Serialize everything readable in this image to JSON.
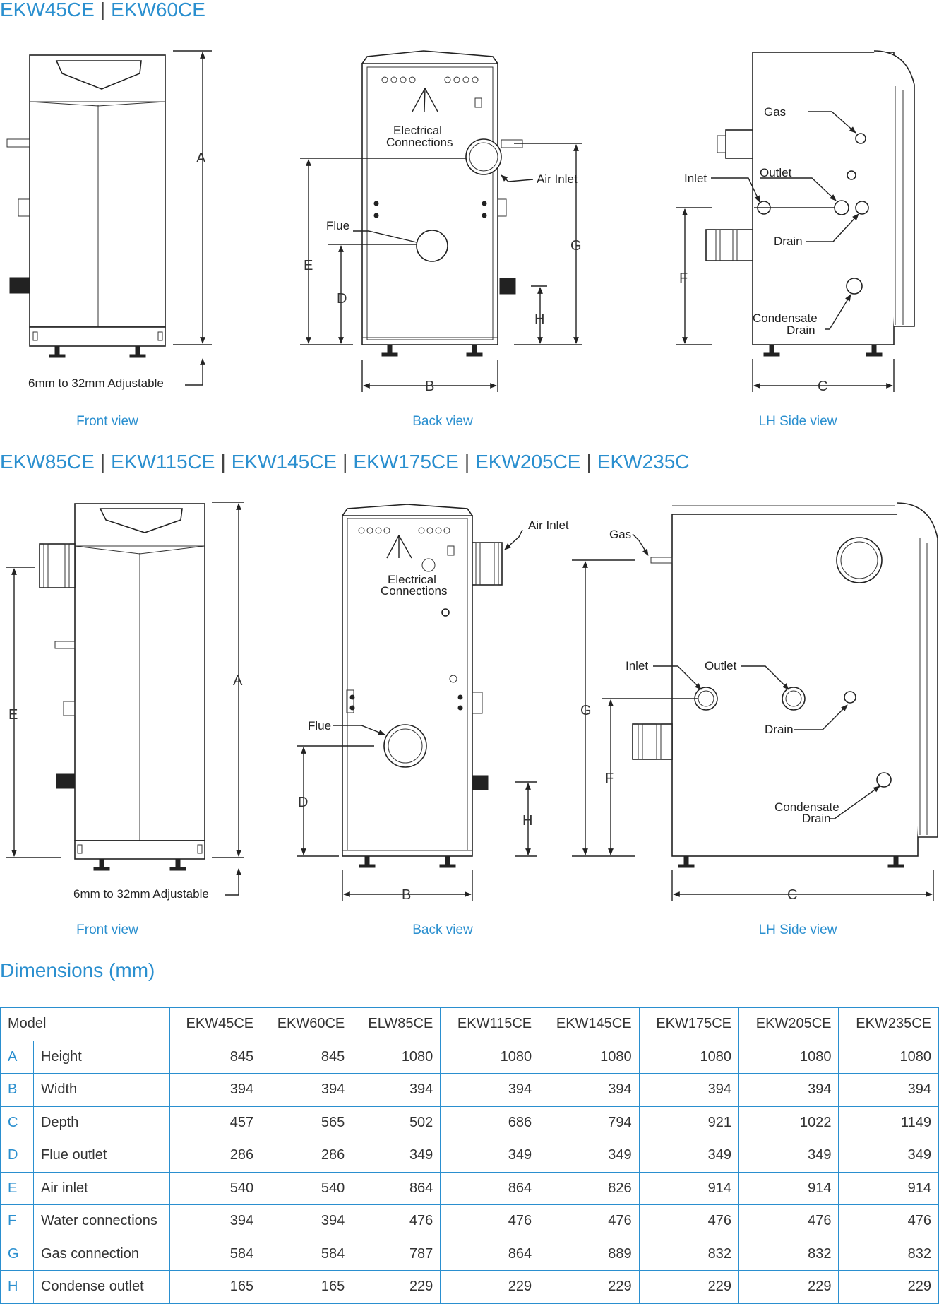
{
  "section1": {
    "model_a": "EKW45CE",
    "model_b": "EKW60CE"
  },
  "section2": {
    "models": [
      "EKW85CE",
      "EKW115CE",
      "EKW145CE",
      "EKW175CE",
      "EKW205CE",
      "EKW235C"
    ]
  },
  "labels": {
    "electrical1": "Electrical",
    "electrical2": "Connections",
    "air_inlet": "Air Inlet",
    "flue": "Flue",
    "gas": "Gas",
    "inlet": "Inlet",
    "outlet": "Outlet",
    "drain": "Drain",
    "condensate1": "Condensate",
    "condensate2": "Drain",
    "adjustable": "6mm to 32mm Adjustable"
  },
  "dims": {
    "a": "A",
    "b": "B",
    "c": "C",
    "d": "D",
    "e": "E",
    "f": "F",
    "g": "G",
    "h": "H"
  },
  "captions": {
    "front": "Front view",
    "back": "Back view",
    "side": "LH Side view"
  },
  "dimensions_title": "Dimensions (mm)",
  "table": {
    "header_label": "Model",
    "models": [
      "EKW45CE",
      "EKW60CE",
      "ELW85CE",
      "EKW115CE",
      "EKW145CE",
      "EKW175CE",
      "EKW205CE",
      "EKW235CE"
    ],
    "rows": [
      {
        "letter": "A",
        "name": "Height",
        "values": [
          "845",
          "845",
          "1080",
          "1080",
          "1080",
          "1080",
          "1080",
          "1080"
        ]
      },
      {
        "letter": "B",
        "name": "Width",
        "values": [
          "394",
          "394",
          "394",
          "394",
          "394",
          "394",
          "394",
          "394"
        ]
      },
      {
        "letter": "C",
        "name": "Depth",
        "values": [
          "457",
          "565",
          "502",
          "686",
          "794",
          "921",
          "1022",
          "1149"
        ]
      },
      {
        "letter": "D",
        "name": "Flue outlet",
        "values": [
          "286",
          "286",
          "349",
          "349",
          "349",
          "349",
          "349",
          "349"
        ]
      },
      {
        "letter": "E",
        "name": "Air inlet",
        "values": [
          "540",
          "540",
          "864",
          "864",
          "826",
          "914",
          "914",
          "914"
        ]
      },
      {
        "letter": "F",
        "name": "Water connections",
        "values": [
          "394",
          "394",
          "476",
          "476",
          "476",
          "476",
          "476",
          "476"
        ]
      },
      {
        "letter": "G",
        "name": "Gas connection",
        "values": [
          "584",
          "584",
          "787",
          "864",
          "889",
          "832",
          "832",
          "832"
        ]
      },
      {
        "letter": "H",
        "name": "Condense outlet",
        "values": [
          "165",
          "165",
          "229",
          "229",
          "229",
          "229",
          "229",
          "229"
        ]
      }
    ]
  }
}
